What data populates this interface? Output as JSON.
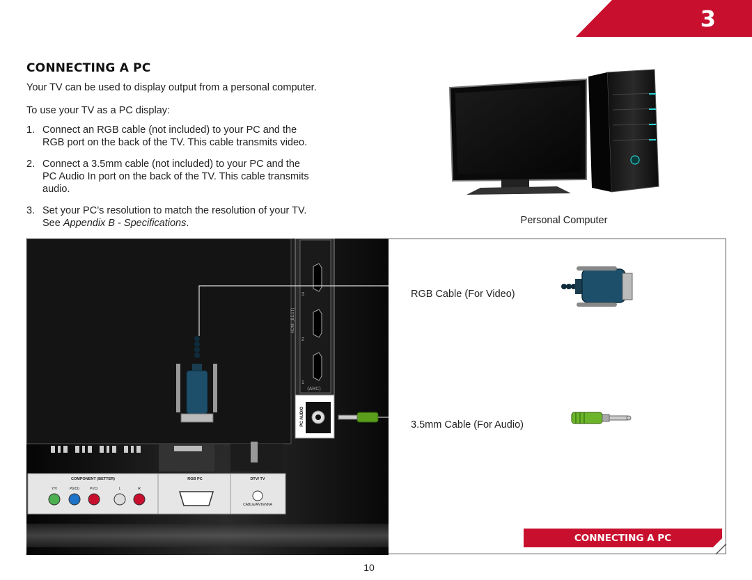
{
  "chapter": {
    "number": "3",
    "color": "#c8102e"
  },
  "section": {
    "heading": "CONNECTING A PC",
    "intro": "Your TV can be used to display output from a personal computer.",
    "lead": "To use your TV as a PC display:",
    "steps": [
      {
        "num": "1.",
        "line1": "Connect an RGB cable (not included) to your PC and the",
        "line2": "RGB port on the back of the TV. This cable transmits video."
      },
      {
        "num": "2.",
        "line1": "Connect a 3.5mm cable (not included) to your PC and the",
        "line2": "PC Audio In port on the back of the TV. This cable transmits",
        "line3": "audio."
      },
      {
        "num": "3.",
        "line1": "Set your PC’s resolution to match the resolution of your TV.",
        "line2_prefix": "See ",
        "line2_link": "Appendix B - Specifications",
        "line2_suffix": "."
      }
    ]
  },
  "figure": {
    "pc_caption": "Personal Computer",
    "rgb_cable_label": "RGB Cable (For Video)",
    "audio_cable_label": "3.5mm Cable (For Audio)",
    "ports": {
      "hdmi_group": "HDMI (BEST)",
      "hdmi_3": "3",
      "hdmi_2": "2",
      "hdmi_1": "1",
      "arc": "(ARC)",
      "pc_audio": "PC AUDIO",
      "component": "COMPONENT (BETTER)",
      "rgb_pc": "RGB PC",
      "dtv_tv": "DTV/ TV",
      "y_v": "Y/V",
      "pb_cb": "Pb/Cb",
      "pr_cr": "Pr/Cr",
      "l": "L",
      "r": "R",
      "cable_antenna": "CABLE/ANTENNA"
    }
  },
  "footer": {
    "badge": "CONNECTING A PC",
    "page": "10"
  }
}
